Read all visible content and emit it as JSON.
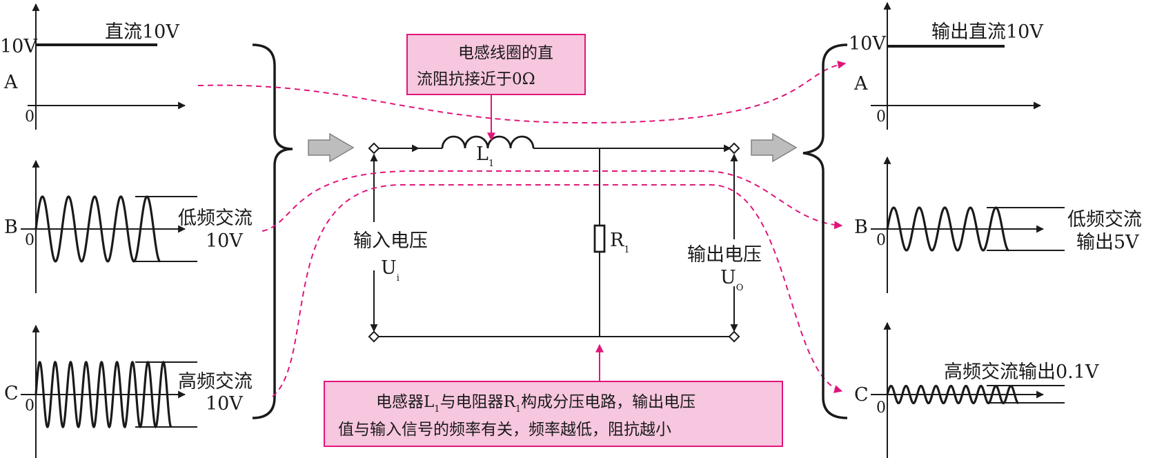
{
  "colors": {
    "stroke": "#1a1a1a",
    "accent": "#e0157a",
    "note_fill": "#f7c6df",
    "arrow_fill": "#bdbdbd"
  },
  "input": {
    "dc_value": "10V",
    "dc_label": "直流10V",
    "low_label_1": "低频交流",
    "low_label_2": "10V",
    "high_label_1": "高频交流",
    "high_label_2": "10V"
  },
  "output": {
    "dc_value": "10V",
    "dc_label": "输出直流10V",
    "low_label_1": "低频交流",
    "low_label_2": "输出5V",
    "high_label": "高频交流输出0.1V"
  },
  "letters": {
    "a": "A",
    "b": "B",
    "c": "C",
    "zero": "0"
  },
  "circuit": {
    "inductor": "L",
    "inductor_sub": "1",
    "resistor": "R",
    "resistor_sub": "1",
    "input_voltage": "输入电压",
    "ui": "U",
    "ui_sub": "i",
    "output_voltage": "输出电压",
    "uo": "U",
    "uo_sub": "O"
  },
  "notes": {
    "top_line1": "电感线圈的直",
    "top_line2": "流阻抗接近于0Ω",
    "bottom_line1_a": "电感器L",
    "bottom_line1_sub1": "1",
    "bottom_line1_b": "与电阻器R",
    "bottom_line1_sub2": "1",
    "bottom_line1_c": "构成分压电路，输出电压",
    "bottom_line2": "值与输入信号的频率有关，频率越低，阻抗越小"
  }
}
